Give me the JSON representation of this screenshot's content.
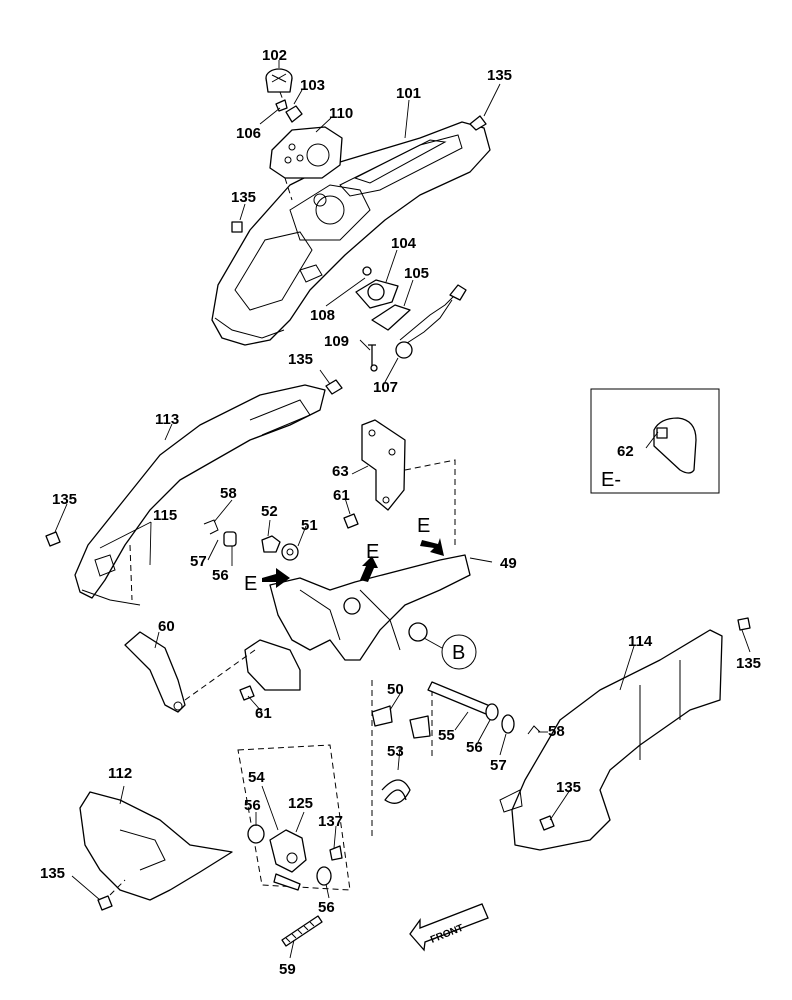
{
  "labels": {
    "p102": "102",
    "p103": "103",
    "p106": "106",
    "p110": "110",
    "p101": "101",
    "p135a": "135",
    "p135b": "135",
    "p135c": "135",
    "p135d": "135",
    "p135e": "135",
    "p135f": "135",
    "p135g": "135",
    "p104": "104",
    "p105": "105",
    "p108": "108",
    "p109": "109",
    "p107": "107",
    "p113": "113",
    "p115": "115",
    "p58a": "58",
    "p57a": "57",
    "p56a": "56",
    "p52": "52",
    "p51": "51",
    "p61a": "61",
    "p61b": "61",
    "p63": "63",
    "p62": "62",
    "p49": "49",
    "p60": "60",
    "p50": "50",
    "p53": "53",
    "p55": "55",
    "p56b": "56",
    "p57b": "57",
    "p58b": "58",
    "p114": "114",
    "p112": "112",
    "p54": "54",
    "p56c": "56",
    "p125": "125",
    "p137": "137",
    "p56d": "56",
    "p59": "59"
  },
  "markers": {
    "e1": "E",
    "e2": "E",
    "e3": "E",
    "b": "B",
    "inset": "E-"
  },
  "arrow_text": "FRONT"
}
